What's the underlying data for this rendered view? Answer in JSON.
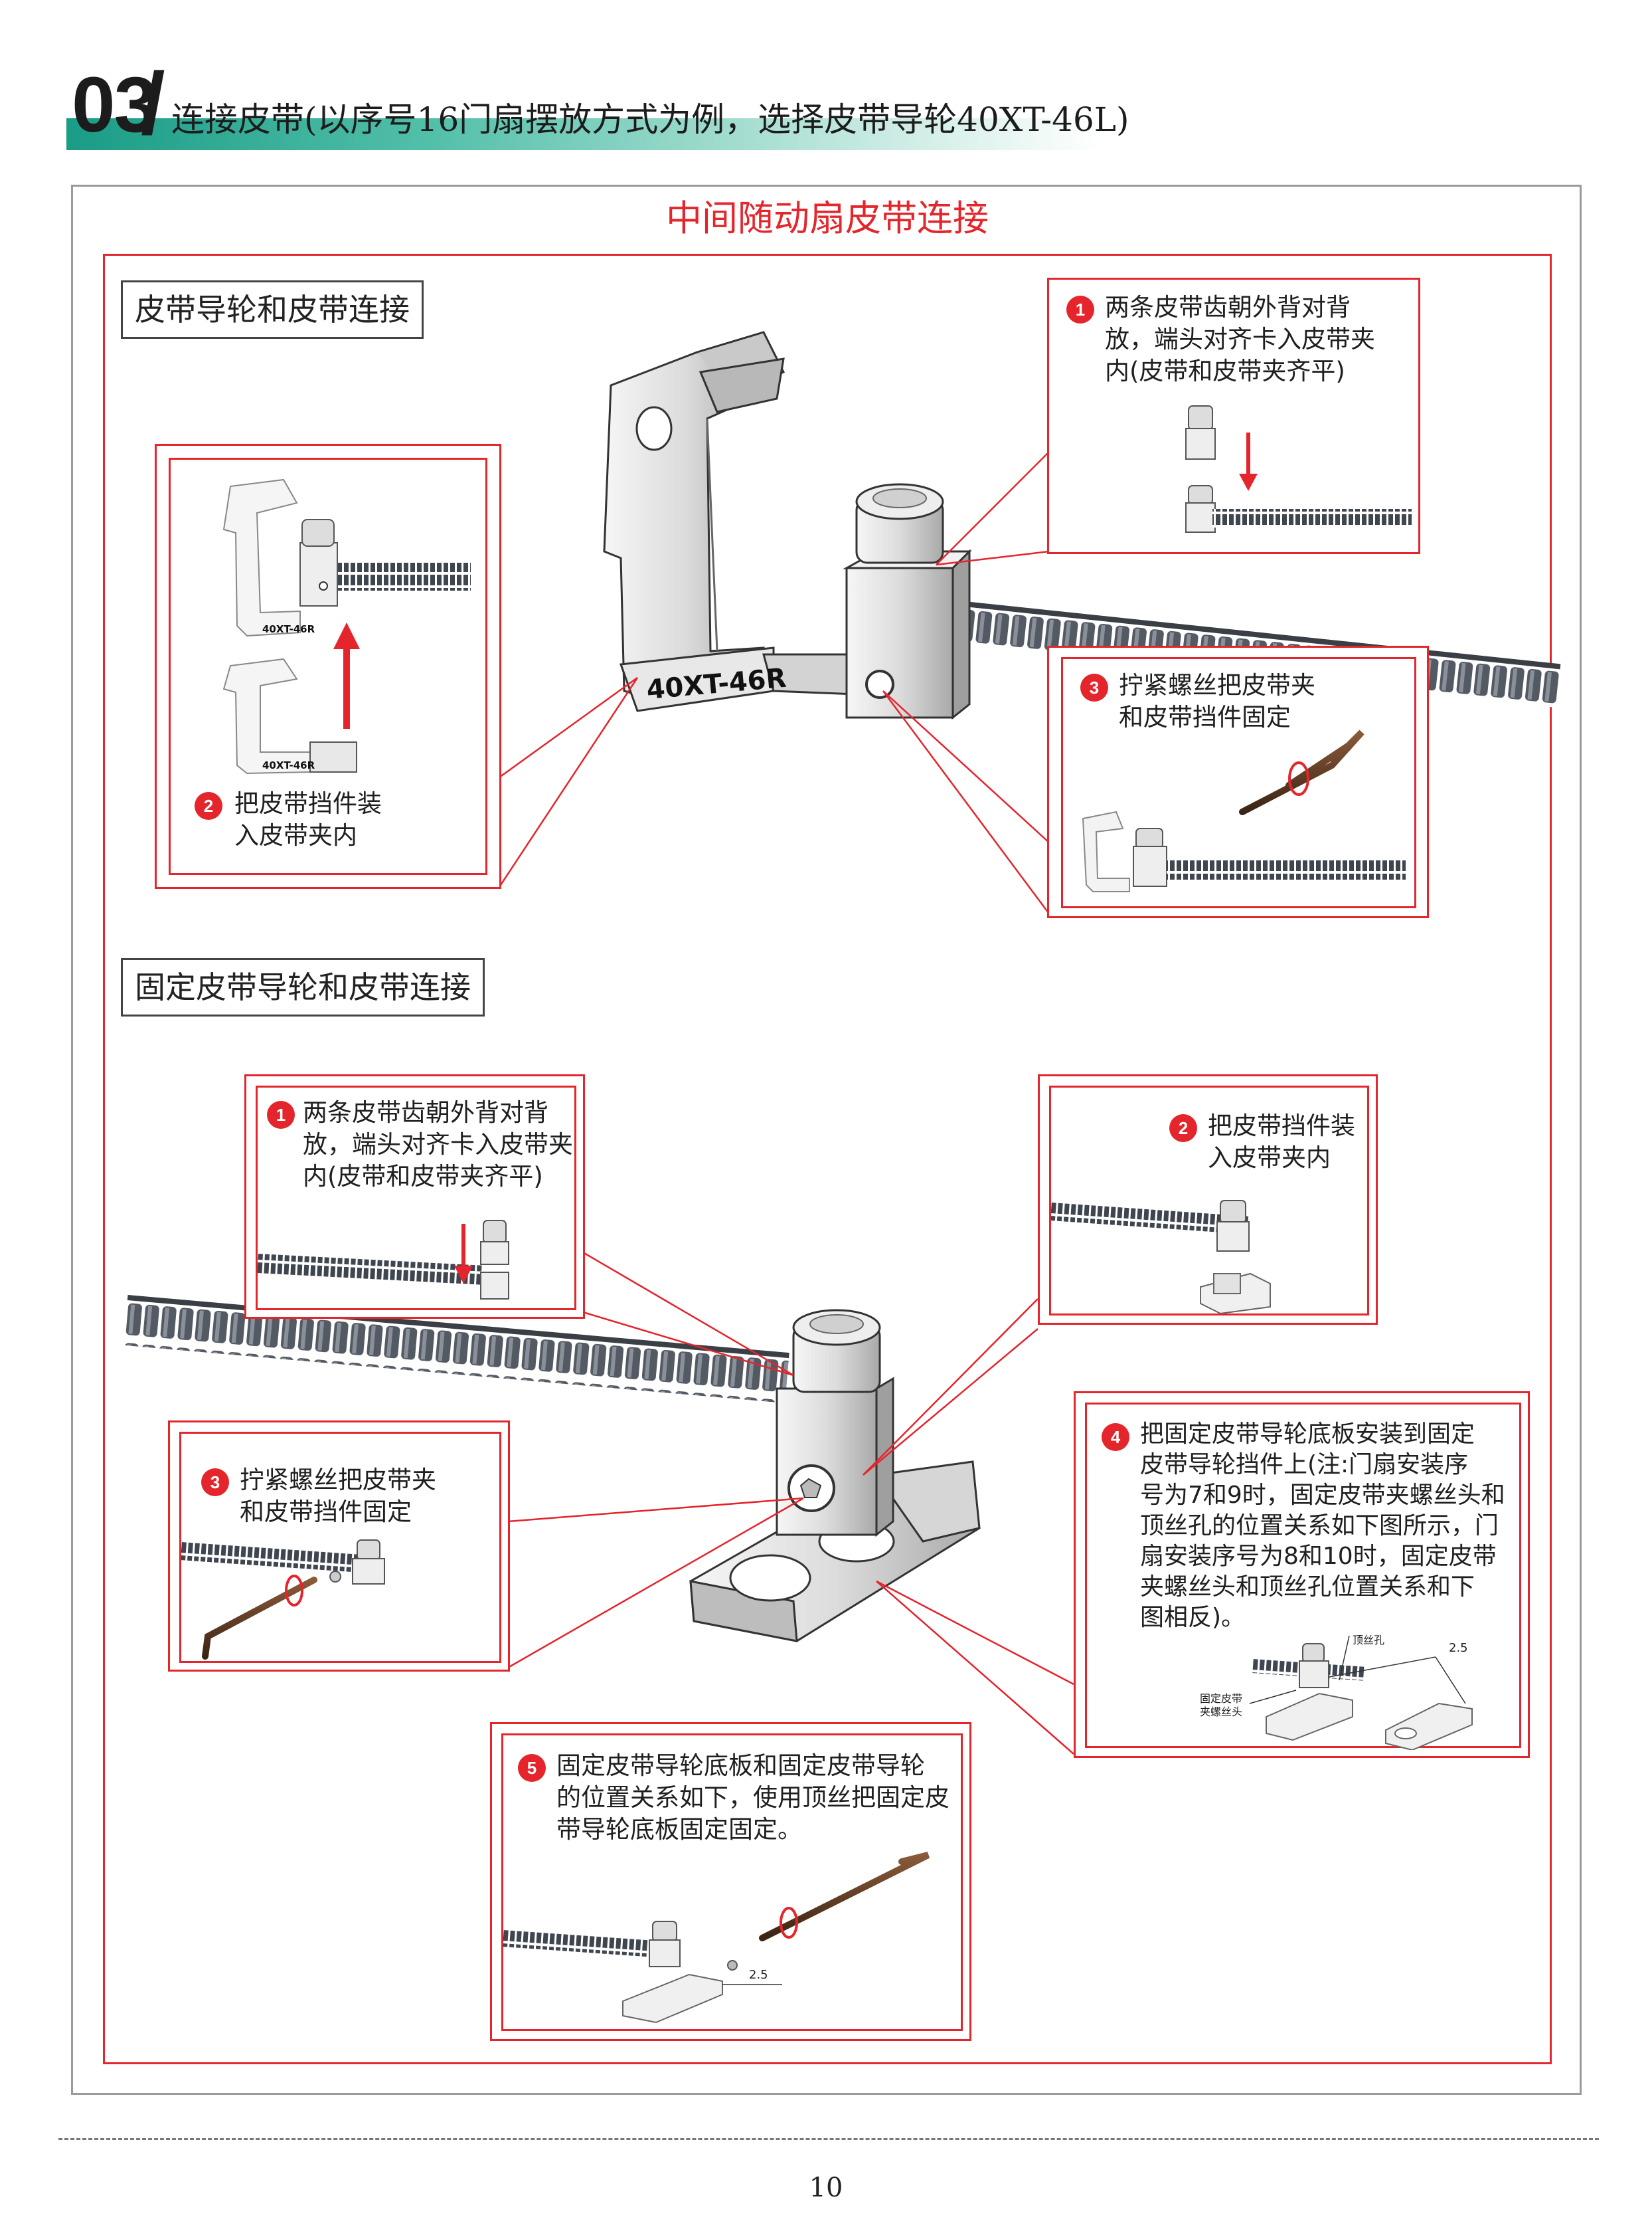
{
  "header": {
    "number": "03",
    "slash": "/",
    "title": "连接皮带(以序号16门扇摆放方式为例，选择皮带导轮40XT-46L)"
  },
  "main_title": "中间随动扇皮带连接",
  "section1": {
    "label": "皮带导轮和皮带连接",
    "part_label": "40XT-46R",
    "steps": [
      {
        "num": "1",
        "lines": [
          "两条皮带齿朝外背对背",
          "放，端头对齐卡入皮带夹",
          "内(皮带和皮带夹齐平)"
        ]
      },
      {
        "num": "2",
        "lines": [
          "把皮带挡件装",
          "入皮带夹内"
        ]
      },
      {
        "num": "3",
        "lines": [
          "拧紧螺丝把皮带夹",
          "和皮带挡件固定"
        ]
      }
    ],
    "thumb_label": "40XT-46R"
  },
  "section2": {
    "label": "固定皮带导轮和皮带连接",
    "steps": [
      {
        "num": "1",
        "lines": [
          "两条皮带齿朝外背对背",
          "放，端头对齐卡入皮带夹",
          "内(皮带和皮带夹齐平)"
        ]
      },
      {
        "num": "2",
        "lines": [
          "把皮带挡件装",
          "入皮带夹内"
        ]
      },
      {
        "num": "3",
        "lines": [
          "拧紧螺丝把皮带夹",
          "和皮带挡件固定"
        ]
      },
      {
        "num": "4",
        "lines": [
          "把固定皮带导轮底板安装到固定",
          "皮带导轮挡件上(注:门扇安装序",
          "号为7和9时，固定皮带夹螺丝头和",
          "顶丝孔的位置关系如下图所示，门",
          "扇安装序号为8和10时，固定皮带",
          "夹螺丝头和顶丝孔位置关系和下",
          "图相反)。"
        ]
      },
      {
        "num": "5",
        "lines": [
          "固定皮带导轮底板和固定皮带导轮",
          "的位置关系如下，使用顶丝把固定皮",
          "带导轮底板固定固定。"
        ]
      }
    ],
    "callout_hole": "顶丝孔",
    "callout_screw": [
      "固定皮带",
      "夹螺丝头"
    ],
    "dimension": "2.5"
  },
  "page_number": "10",
  "colors": {
    "accent_red": "#e4252c",
    "header_teal": "#1a9c86"
  }
}
